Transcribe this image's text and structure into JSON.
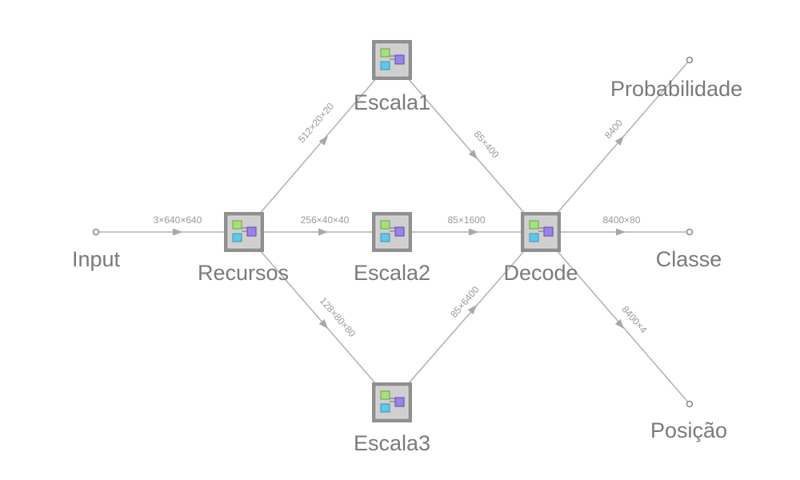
{
  "colors": {
    "edge": "#b4b4b4",
    "label": "#7a7a7a",
    "node_border": "#8f8f8f",
    "node_fill": "#cfcfcf",
    "icon_green": "#a6e07a",
    "icon_blue": "#5ec8ea",
    "icon_purple": "#9a82e6"
  },
  "ports": {
    "input": "Input",
    "probabilidade": "Probabilidade",
    "classe": "Classe",
    "posicao": "Posição"
  },
  "nodes": {
    "recursos": "Recursos",
    "escala1": "Escala1",
    "escala2": "Escala2",
    "escala3": "Escala3",
    "decode": "Decode"
  },
  "edges": {
    "input_recursos": "3×640×640",
    "recursos_escala1": "512×20×20",
    "recursos_escala2": "256×40×40",
    "recursos_escala3": "128×80×80",
    "escala1_decode": "85×400",
    "escala2_decode": "85×1600",
    "escala3_decode": "85×6400",
    "decode_probabilidade": "8400",
    "decode_classe": "8400×80",
    "decode_posicao": "8400×4"
  }
}
